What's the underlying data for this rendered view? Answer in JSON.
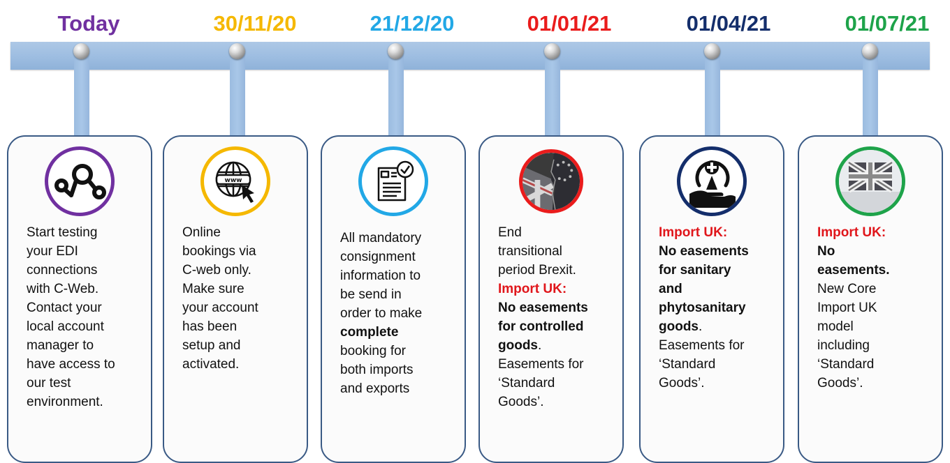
{
  "colors": {
    "today": "#7030a0",
    "d1": "#f5b800",
    "d2": "#22a8e6",
    "d3": "#ea1c1c",
    "d4": "#142e6b",
    "d5": "#1ea34a",
    "import_red": "#e0161b",
    "rail": "#9dbde1",
    "card_border": "#3a5a85"
  },
  "milestones": [
    {
      "date": "Today",
      "icon": "network-nodes-icon",
      "lines": [
        "Start testing",
        "your EDI",
        "connections",
        "with C-Web.",
        "Contact your",
        "local account",
        "manager to",
        "have access to",
        "our test",
        "environment."
      ]
    },
    {
      "date": "30/11/20",
      "icon": "www-globe-cursor-icon",
      "lines": [
        "Online",
        "bookings via",
        "C-web only.",
        "Make sure",
        "your account",
        "has been",
        "setup and",
        "activated."
      ]
    },
    {
      "date": "21/12/20",
      "icon": "document-checklist-icon",
      "l1": [
        "All mandatory",
        "consignment",
        "information to",
        "be send in",
        "order to make"
      ],
      "bold": "complete",
      "l2": [
        "booking for",
        "both imports",
        "and exports"
      ]
    },
    {
      "date": "01/01/21",
      "icon": "brexit-flag-icon",
      "l1": [
        "End",
        "transitional",
        "period Brexit."
      ],
      "red": "Import UK:",
      "bold": [
        "No easements",
        "for controlled",
        "goods"
      ],
      "dot": ".",
      "l2": [
        "Easements for",
        "‘Standard",
        "Goods’."
      ]
    },
    {
      "date": "01/04/21",
      "icon": "plant-health-hand-icon",
      "red": "Import UK:",
      "bold": [
        "No easements",
        "for sanitary",
        "and",
        "phytosanitary",
        "goods"
      ],
      "dot": ".",
      "l2": [
        "Easements for",
        "‘Standard",
        "Goods’."
      ]
    },
    {
      "date": "01/07/21",
      "icon": "union-jack-flag-icon",
      "red": "Import UK:",
      "bold": [
        "No",
        "easements."
      ],
      "l2": [
        "New Core",
        "Import UK",
        "model",
        "including",
        "‘Standard",
        "Goods’."
      ]
    }
  ]
}
